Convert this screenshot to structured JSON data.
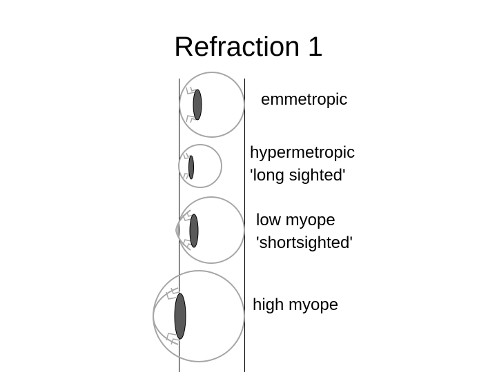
{
  "slide": {
    "title": "Refraction 1"
  },
  "eyes": [
    {
      "id": "emmetropic",
      "label_line1": "emmetropic",
      "label_line2": ""
    },
    {
      "id": "hypermetropic",
      "label_line1": "hypermetropic",
      "label_line2": "'long sighted'"
    },
    {
      "id": "low-myope",
      "label_line1": "low myope",
      "label_line2": "'shortsighted'"
    },
    {
      "id": "high-myope",
      "label_line1": "high myope",
      "label_line2": ""
    }
  ],
  "colors": {
    "eye_outline": "#a6a6a6",
    "lens_fill": "#595959",
    "guide_line": "#000000",
    "text": "#000000"
  }
}
